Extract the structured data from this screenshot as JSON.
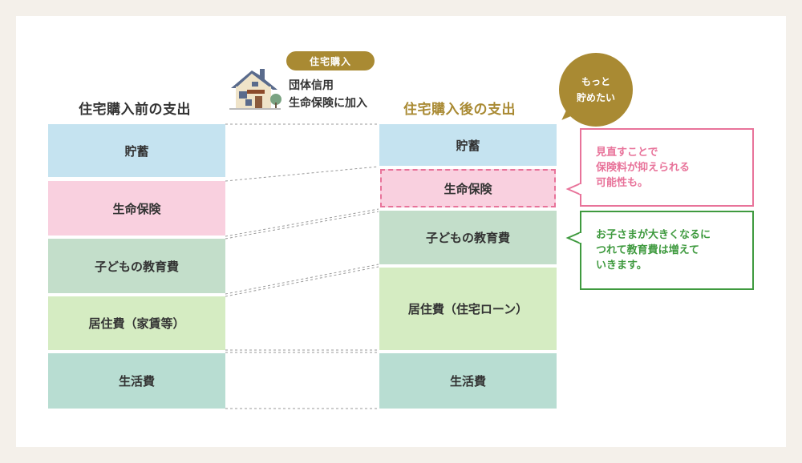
{
  "before": {
    "title": "住宅購入前の支出",
    "blocks": [
      {
        "label": "貯蓄",
        "color": "#c5e3f0"
      },
      {
        "label": "生命保険",
        "color": "#f9d0df"
      },
      {
        "label": "子どもの教育費",
        "color": "#c3deca"
      },
      {
        "label": "居住費（家賃等）",
        "color": "#d5ecc2"
      },
      {
        "label": "生活費",
        "color": "#b8ddd2"
      }
    ]
  },
  "after": {
    "title": "住宅購入後の支出",
    "blocks": [
      {
        "label": "貯蓄",
        "color": "#c5e3f0"
      },
      {
        "label": "生命保険",
        "color": "#f9d0df"
      },
      {
        "label": "子どもの教育費",
        "color": "#c3deca"
      },
      {
        "label": "居住費（住宅ローン）",
        "color": "#d5ecc2"
      },
      {
        "label": "生活費",
        "color": "#b8ddd2"
      }
    ]
  },
  "insurance": {
    "tag": "住宅購入",
    "line1": "団体信用",
    "line2": "生命保険に加入"
  },
  "bubble": {
    "line1": "もっと",
    "line2": "貯めたい"
  },
  "notes": {
    "pink": {
      "line1": "見直すことで",
      "line2": "保険料が抑えられる",
      "line3": "可能性も。"
    },
    "green": {
      "line1": "お子さまが大きくなるに",
      "line2": "つれて教育費は増えて",
      "line3": "いきます。"
    }
  },
  "colors": {
    "gold": "#a98a33",
    "pink_accent": "#e8739a",
    "green_accent": "#3f9a3f"
  }
}
